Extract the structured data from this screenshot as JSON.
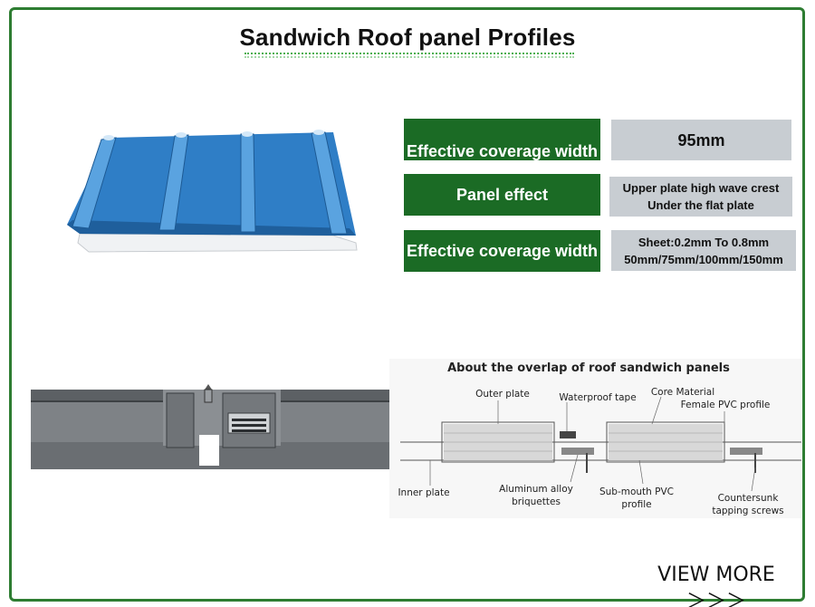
{
  "page": {
    "title": "Sandwich Roof panel Profiles",
    "view_more": "VIEW MORE＞＞＞"
  },
  "specs": [
    {
      "label": "Effective coverage width",
      "value": "95mm"
    },
    {
      "label": "Panel effect",
      "value": "Upper plate high wave crest Under the flat plate"
    },
    {
      "label": "Effective coverage width",
      "value": "Sheet:0.2mm To 0.8mm 50mm/75mm/100mm/150mm"
    }
  ],
  "diagram": {
    "title": "About the overlap of roof sandwich panels",
    "labels": {
      "outer_plate": "Outer plate",
      "waterproof_tape": "Waterproof tape",
      "core_material": "Core Material",
      "female_pvc": "Female PVC profile",
      "inner_plate": "Inner plate",
      "aluminum": "Aluminum alloy briquettes",
      "sub_mouth": "Sub-mouth PVC profile",
      "countersunk": "Countersunk tapping screws"
    }
  },
  "colors": {
    "frame": "#2e7d32",
    "label_bg": "#1b6b25",
    "value_bg": "#c8cdd2",
    "panel_blue": "#2f7ec6"
  }
}
